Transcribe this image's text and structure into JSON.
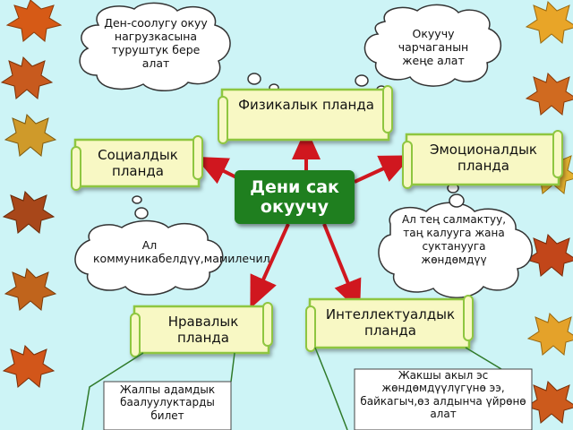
{
  "center": {
    "label": "Дени сак окуучу"
  },
  "scrolls": {
    "physical": "Физикалык планда",
    "emotional": "Эмоционалдык планда",
    "social": "Социалдык планда",
    "moral": "Нравалык планда",
    "intellectual": "Интеллектуалдык планда"
  },
  "clouds": {
    "load": "Ден-соолугу окуу нагрузкасына туруштук бере алат",
    "fatigue": "Окуучу чарчаганын жеңе алат",
    "communicate": "Ал коммуникабелдүү,мамилечил",
    "balance": "Ал тең салмактуу, таң калууга жана суктанууга жөндөмдүү"
  },
  "notes": {
    "values": "Жалпы адамдык баалуулуктарды билет",
    "mind": "Жакшы акыл эс жөндөмдүүлүгүнө ээ, байкагыч,өз алдынча үйрөнө алат"
  },
  "colors": {
    "background": "#cdf4f6",
    "scroll_fill": "#f8f8c4",
    "scroll_border": "#8ec63f",
    "center_fill": "#1f7f1f",
    "arrow": "#d0171f",
    "leaf_left": "#c9581a",
    "leaf_right": "#e8a528"
  }
}
